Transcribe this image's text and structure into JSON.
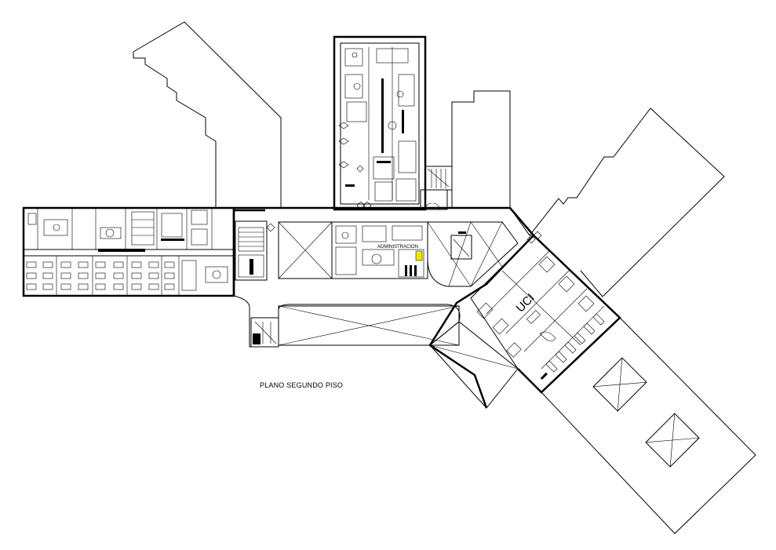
{
  "plan": {
    "title": "PLANO SEGUNDO PISO",
    "rooms": {
      "administracion": "ADMINISTRACION",
      "uci": "UCI"
    },
    "colors": {
      "line": "#000000",
      "background": "#ffffff",
      "highlight": "#f2e600"
    }
  }
}
